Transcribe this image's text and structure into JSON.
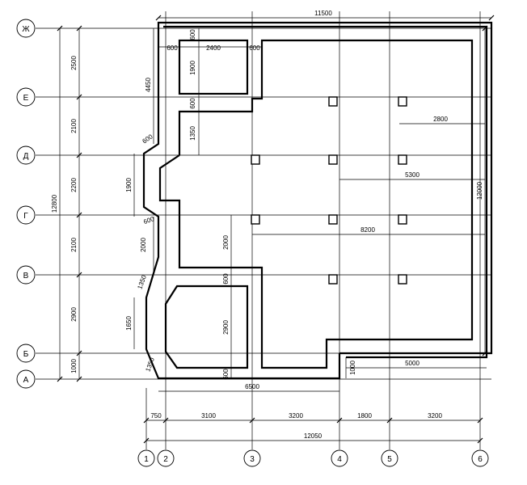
{
  "drawing": {
    "rows": [
      "Ж",
      "Е",
      "Д",
      "Г",
      "В",
      "Б",
      "А"
    ],
    "columns": [
      "1",
      "2",
      "3",
      "4",
      "5",
      "6"
    ],
    "dimensions": {
      "left_outer_total": "12800",
      "left_outer": [
        "2500",
        "2100",
        "2200",
        "2100",
        "2900",
        "1000"
      ],
      "left_inner_total": "4450",
      "top_total": "11500",
      "bottom_row1": [
        "750",
        "3100",
        "3200",
        "1800",
        "3200"
      ],
      "bottom_total": "12050",
      "right_total": "12000",
      "room_top_width": "2400",
      "room_top_left": "600",
      "room_top_right": "600",
      "room_top_height": "1900",
      "room_top_gap": "600",
      "room_top_above": "600",
      "gap_1350": "1350",
      "bay_left_1": "600",
      "bay_left_2": "600",
      "bay_1900": "1900",
      "bay_2000": "2000",
      "bay_1350": "1350",
      "bay_1650": "1650",
      "bay_1350b": "1350",
      "inner_2000": "2000",
      "inner_600a": "600",
      "inner_2900": "2900",
      "inner_600b": "600",
      "inner_6500": "6500",
      "right_2800": "2800",
      "right_5300": "5300",
      "right_8200": "8200",
      "right_5000": "5000",
      "right_1000": "1000"
    }
  }
}
